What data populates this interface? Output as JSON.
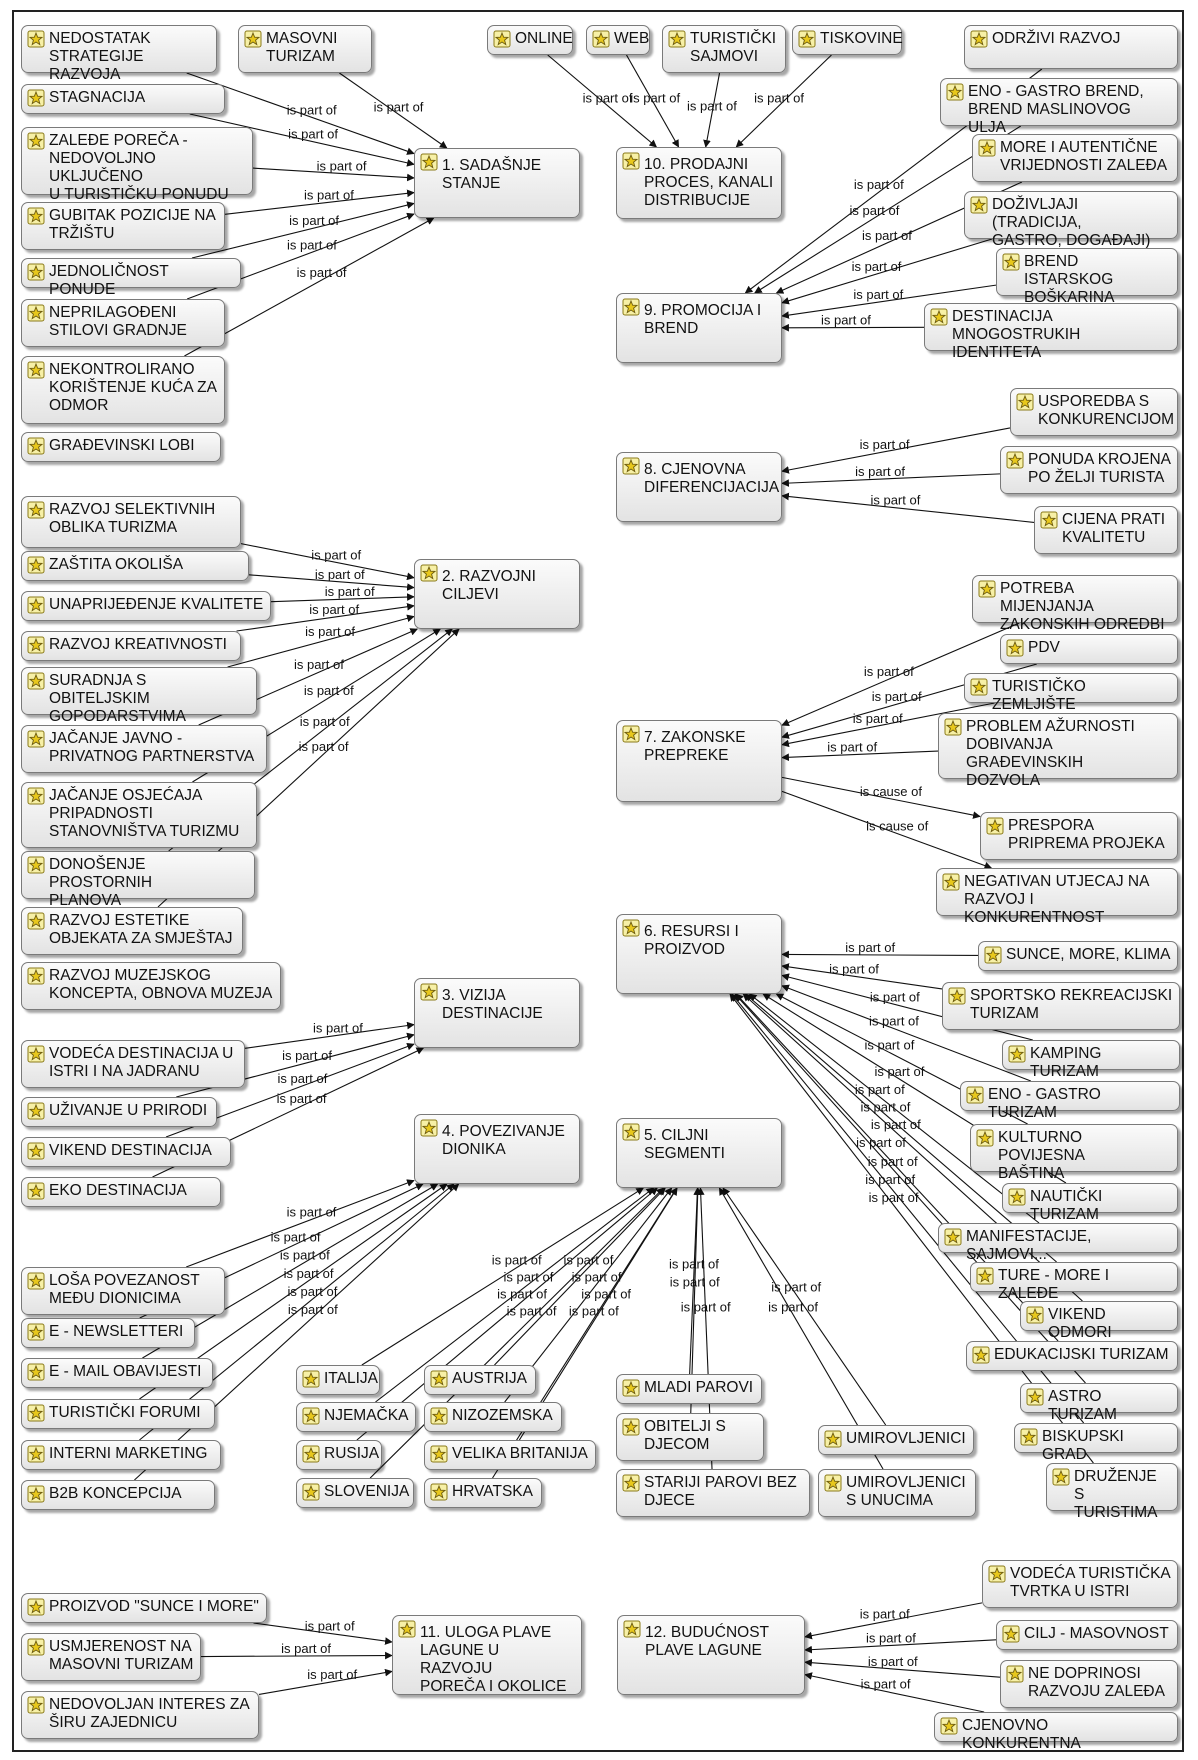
{
  "nodes": [
    {
      "id": "n1",
      "label": "1. SADAŠNJE\nSTANJE"
    },
    {
      "id": "n2",
      "label": "2. RAZVOJNI\nCILJEVI"
    },
    {
      "id": "n3",
      "label": "3. VIZIJA\nDESTINACIJE"
    },
    {
      "id": "n4",
      "label": "4. POVEZIVANJE\nDIONIKA"
    },
    {
      "id": "n5",
      "label": "5. CILJNI\nSEGMENTI"
    },
    {
      "id": "n6",
      "label": "6. RESURSI I\nPROIZVOD"
    },
    {
      "id": "n7",
      "label": "7. ZAKONSKE\nPREPREKE"
    },
    {
      "id": "n8",
      "label": "8. CJENOVNA\nDIFERENCIJACIJA"
    },
    {
      "id": "n9",
      "label": "9. PROMOCIJA I\nBREND"
    },
    {
      "id": "n10",
      "label": "10. PRODAJNI\nPROCES, KANALI\nDISTRIBUCIJE"
    },
    {
      "id": "n11",
      "label": "11. ULOGA PLAVE\nLAGUNE U RAZVOJU\nPOREČA I OKOLICE"
    },
    {
      "id": "n12",
      "label": "12. BUDUĆNOST\nPLAVE LAGUNE"
    },
    {
      "id": "a1",
      "label": "NEDOSTATAK\nSTRATEGIJE RAZVOJA"
    },
    {
      "id": "a2",
      "label": "MASOVNI\nTURIZAM"
    },
    {
      "id": "a3",
      "label": "STAGNACIJA"
    },
    {
      "id": "a4",
      "label": "ZALEĐE POREČA -\nNEDOVOLJNO UKLJUČENO\nU TURISTIČKU PONUDU"
    },
    {
      "id": "a5",
      "label": "GUBITAK POZICIJE NA\nTRŽIŠTU"
    },
    {
      "id": "a6",
      "label": "JEDNOLIČNOST PONUDE"
    },
    {
      "id": "a7",
      "label": "NEPRILAGOĐENI\nSTILOVI GRADNJE"
    },
    {
      "id": "a8",
      "label": "NEKONTROLIRANO\nKORIŠTENJE KUĆA ZA\nODMOR"
    },
    {
      "id": "a9",
      "label": "GRAĐEVINSKI LOBI"
    },
    {
      "id": "b1",
      "label": "RAZVOJ SELEKTIVNIH\nOBLIKA TURIZMA"
    },
    {
      "id": "b2",
      "label": "ZAŠTITA OKOLIŠA"
    },
    {
      "id": "b3",
      "label": "UNAPRIJEĐENJE KVALITETE"
    },
    {
      "id": "b4",
      "label": "RAZVOJ KREATIVNOSTI"
    },
    {
      "id": "b5",
      "label": "SURADNJA S OBITELJSKIM\nGOPODARSTVIMA"
    },
    {
      "id": "b6",
      "label": "JAČANJE JAVNO -\nPRIVATNOG PARTNERSTVA"
    },
    {
      "id": "b7",
      "label": "JAČANJE OSJEĆAJA\nPRIPADNOSTI\nSTANOVNIŠTVA TURIZMU"
    },
    {
      "id": "b8",
      "label": "DONOŠENJE PROSTORNIH\nPLANOVA"
    },
    {
      "id": "b9",
      "label": "RAZVOJ ESTETIKE\nOBJEKATA ZA SMJEŠTAJ"
    },
    {
      "id": "b10",
      "label": "RAZVOJ MUZEJSKOG\nKONCEPTA, OBNOVA MUZEJA"
    },
    {
      "id": "c1",
      "label": "VODEĆA DESTINACIJA U\nISTRI I NA JADRANU"
    },
    {
      "id": "c2",
      "label": "UŽIVANJE U PRIRODI"
    },
    {
      "id": "c3",
      "label": "VIKEND DESTINACIJA"
    },
    {
      "id": "c4",
      "label": "EKO DESTINACIJA"
    },
    {
      "id": "d1",
      "label": "LOŠA POVEZANOST\nMEĐU DIONICIMA"
    },
    {
      "id": "d2",
      "label": "E - NEWSLETTERI"
    },
    {
      "id": "d3",
      "label": "E - MAIL OBAVIJESTI"
    },
    {
      "id": "d4",
      "label": "TURISTIČKI FORUMI"
    },
    {
      "id": "d5",
      "label": "INTERNI MARKETING"
    },
    {
      "id": "d6",
      "label": "B2B KONCEPCIJA"
    },
    {
      "id": "e1",
      "label": "ITALIJA"
    },
    {
      "id": "e2",
      "label": "NJEMAČKA"
    },
    {
      "id": "e3",
      "label": "RUSIJA"
    },
    {
      "id": "e4",
      "label": "SLOVENIJA"
    },
    {
      "id": "e5",
      "label": "AUSTRIJA"
    },
    {
      "id": "e6",
      "label": "NIZOZEMSKA"
    },
    {
      "id": "e7",
      "label": "VELIKA BRITANIJA"
    },
    {
      "id": "e8",
      "label": "HRVATSKA"
    },
    {
      "id": "e9",
      "label": "MLADI PAROVI"
    },
    {
      "id": "e10",
      "label": "OBITELJI S\nDJECOM"
    },
    {
      "id": "e11",
      "label": "STARIJI PAROVI BEZ\nDJECE"
    },
    {
      "id": "e12",
      "label": "UMIROVLJENICI"
    },
    {
      "id": "e13",
      "label": "UMIROVLJENICI\nS UNUCIMA"
    },
    {
      "id": "f1",
      "label": "SUNCE, MORE, KLIMA"
    },
    {
      "id": "f2",
      "label": "SPORTSKO REKREACIJSKI\nTURIZAM"
    },
    {
      "id": "f3",
      "label": "KAMPING TURIZAM"
    },
    {
      "id": "f4",
      "label": "ENO - GASTRO TURIZAM"
    },
    {
      "id": "f5",
      "label": "KULTURNO POVIJESNA\nBAŠTINA"
    },
    {
      "id": "f6",
      "label": "NAUTIČKI TURIZAM"
    },
    {
      "id": "f7",
      "label": "MANIFESTACIJE, SAJMOVI..."
    },
    {
      "id": "f8",
      "label": "TURE - MORE I ZALEĐE"
    },
    {
      "id": "f9",
      "label": "VIKEND ODMORI"
    },
    {
      "id": "f10",
      "label": "EDUKACIJSKI TURIZAM"
    },
    {
      "id": "f11",
      "label": "ASTRO TURIZAM"
    },
    {
      "id": "f12",
      "label": "BISKUPSKI GRAD"
    },
    {
      "id": "f13",
      "label": "DRUŽENJE S\nTURISTIMA"
    },
    {
      "id": "g1",
      "label": "POTREBA MIJENJANJA\nZAKONSKIH ODREDBI"
    },
    {
      "id": "g2",
      "label": "PDV"
    },
    {
      "id": "g3",
      "label": "TURISTIČKO ZEMLJIŠTE"
    },
    {
      "id": "g4",
      "label": "PROBLEM AŽURNOSTI\nDOBIVANJA GRAĐEVINSKIH\nDOZVOLA"
    },
    {
      "id": "g5",
      "label": "PRESPORA\nPRIPREMA PROJEKA"
    },
    {
      "id": "g6",
      "label": "NEGATIVAN UTJECAJ NA\nRAZVOJ I KONKURENTNOST"
    },
    {
      "id": "h1",
      "label": "USPOREDBA S\nKONKURENCIJOM"
    },
    {
      "id": "h2",
      "label": "PONUDA KROJENA\nPO ŽELJI TURISTA"
    },
    {
      "id": "h3",
      "label": "CIJENA PRATI\nKVALITETU"
    },
    {
      "id": "i1",
      "label": "ODRŽIVI RAZVOJ"
    },
    {
      "id": "i2",
      "label": "ENO - GASTRO BREND,\nBREND MASLINOVOG ULJA"
    },
    {
      "id": "i3",
      "label": "MORE I AUTENTIČNE\nVRIJEDNOSTI  ZALEĐA"
    },
    {
      "id": "i4",
      "label": "DOŽIVLJAJI (TRADICIJA,\nGASTRO, DOGAĐAJI)"
    },
    {
      "id": "i5",
      "label": "BREND ISTARSKOG\nBOŠKARINA"
    },
    {
      "id": "i6",
      "label": "DESTINACIJA\nMNOGOSTRUKIH IDENTITETA"
    },
    {
      "id": "j1",
      "label": "ONLINE"
    },
    {
      "id": "j2",
      "label": "WEB"
    },
    {
      "id": "j3",
      "label": "TURISTIČKI\nSAJMOVI"
    },
    {
      "id": "j4",
      "label": "TISKOVINE"
    },
    {
      "id": "k1",
      "label": "PROIZVOD \"SUNCE I MORE\""
    },
    {
      "id": "k2",
      "label": "USMJERENOST NA\nMASOVNI TURIZAM"
    },
    {
      "id": "k3",
      "label": "NEDOVOLJAN INTERES ZA\nŠIRU ZAJEDNICU"
    },
    {
      "id": "m1",
      "label": "VODEĆA TURISTIČKA\nTVRTKA U ISTRI"
    },
    {
      "id": "m2",
      "label": "CILJ - MASOVNOST"
    },
    {
      "id": "m3",
      "label": "NE DOPRINOSI\nRAZVOJU ZALEĐA"
    },
    {
      "id": "m4",
      "label": "CJENOVNO KONKURENTNA"
    }
  ],
  "edges": [
    {
      "from": "a1",
      "to": "n1",
      "label": "is part of"
    },
    {
      "from": "a2",
      "to": "n1",
      "label": "is part of"
    },
    {
      "from": "a3",
      "to": "n1",
      "label": "is part of"
    },
    {
      "from": "a4",
      "to": "n1",
      "label": "is part of"
    },
    {
      "from": "a5",
      "to": "n1",
      "label": "is part of"
    },
    {
      "from": "a6",
      "to": "n1",
      "label": "is part of"
    },
    {
      "from": "a7",
      "to": "n1",
      "label": "is part of"
    },
    {
      "from": "a8",
      "to": "n1",
      "label": "is part of"
    },
    {
      "from": "b1",
      "to": "n2",
      "label": "is part of"
    },
    {
      "from": "b2",
      "to": "n2",
      "label": "is part of"
    },
    {
      "from": "b3",
      "to": "n2",
      "label": "is part of"
    },
    {
      "from": "b4",
      "to": "n2",
      "label": "is part of"
    },
    {
      "from": "b5",
      "to": "n2",
      "label": "is part of"
    },
    {
      "from": "b6",
      "to": "n2",
      "label": "is part of"
    },
    {
      "from": "b7",
      "to": "n2",
      "label": "is part of"
    },
    {
      "from": "b8",
      "to": "n2",
      "label": "is part of"
    },
    {
      "from": "b9",
      "to": "n2",
      "label": "is part of"
    },
    {
      "from": "c1",
      "to": "n3",
      "label": "is part of"
    },
    {
      "from": "c2",
      "to": "n3",
      "label": "is part of"
    },
    {
      "from": "c3",
      "to": "n3",
      "label": "is part of"
    },
    {
      "from": "c4",
      "to": "n3",
      "label": "is part of"
    },
    {
      "from": "d1",
      "to": "n4",
      "label": "is part of"
    },
    {
      "from": "d2",
      "to": "n4",
      "label": "is part of"
    },
    {
      "from": "d3",
      "to": "n4",
      "label": "is part of"
    },
    {
      "from": "d4",
      "to": "n4",
      "label": "is part of"
    },
    {
      "from": "d5",
      "to": "n4",
      "label": "is part of"
    },
    {
      "from": "d6",
      "to": "n4",
      "label": "is part of"
    },
    {
      "from": "e1",
      "to": "n5",
      "label": "is part of"
    },
    {
      "from": "e2",
      "to": "n5",
      "label": "is part of"
    },
    {
      "from": "e3",
      "to": "n5",
      "label": "is part of"
    },
    {
      "from": "e4",
      "to": "n5",
      "label": "is part of"
    },
    {
      "from": "e5",
      "to": "n5",
      "label": "is part of"
    },
    {
      "from": "e6",
      "to": "n5",
      "label": "is part of"
    },
    {
      "from": "e7",
      "to": "n5",
      "label": "is part of"
    },
    {
      "from": "e8",
      "to": "n5",
      "label": "is part of"
    },
    {
      "from": "e9",
      "to": "n5",
      "label": "is part of"
    },
    {
      "from": "e10",
      "to": "n5",
      "label": "is part of"
    },
    {
      "from": "e11",
      "to": "n5",
      "label": "is part of"
    },
    {
      "from": "e12",
      "to": "n5",
      "label": "is part of"
    },
    {
      "from": "e13",
      "to": "n5",
      "label": "is part of"
    },
    {
      "from": "f1",
      "to": "n6",
      "label": "is part of"
    },
    {
      "from": "f2",
      "to": "n6",
      "label": "is part of"
    },
    {
      "from": "f3",
      "to": "n6",
      "label": "is part of"
    },
    {
      "from": "f4",
      "to": "n6",
      "label": "is part of"
    },
    {
      "from": "f5",
      "to": "n6",
      "label": "is part of"
    },
    {
      "from": "f6",
      "to": "n6",
      "label": "is part of"
    },
    {
      "from": "f7",
      "to": "n6",
      "label": "is part of"
    },
    {
      "from": "f8",
      "to": "n6",
      "label": "is part of"
    },
    {
      "from": "f9",
      "to": "n6",
      "label": "is part of"
    },
    {
      "from": "f10",
      "to": "n6",
      "label": "is part of"
    },
    {
      "from": "f11",
      "to": "n6",
      "label": "is part of"
    },
    {
      "from": "f12",
      "to": "n6",
      "label": "is part of"
    },
    {
      "from": "f13",
      "to": "n6",
      "label": "is part of"
    },
    {
      "from": "g1",
      "to": "n7",
      "label": "is part of"
    },
    {
      "from": "g2",
      "to": "n7",
      "label": "is part of"
    },
    {
      "from": "g3",
      "to": "n7",
      "label": "is part of"
    },
    {
      "from": "g4",
      "to": "n7",
      "label": "is part of"
    },
    {
      "from": "n7",
      "to": "g5",
      "label": "is cause of"
    },
    {
      "from": "n7",
      "to": "g6",
      "label": "is cause of"
    },
    {
      "from": "h1",
      "to": "n8",
      "label": "is part of"
    },
    {
      "from": "h2",
      "to": "n8",
      "label": "is part of"
    },
    {
      "from": "h3",
      "to": "n8",
      "label": "is part of"
    },
    {
      "from": "i1",
      "to": "n9",
      "label": "is part of"
    },
    {
      "from": "i2",
      "to": "n9",
      "label": "is part of"
    },
    {
      "from": "i3",
      "to": "n9",
      "label": "is part of"
    },
    {
      "from": "i4",
      "to": "n9",
      "label": "is part of"
    },
    {
      "from": "i5",
      "to": "n9",
      "label": "is part of"
    },
    {
      "from": "i6",
      "to": "n9",
      "label": "is part of"
    },
    {
      "from": "j1",
      "to": "n10",
      "label": "is part of"
    },
    {
      "from": "j2",
      "to": "n10",
      "label": "is part of"
    },
    {
      "from": "j3",
      "to": "n10",
      "label": "is part of"
    },
    {
      "from": "j4",
      "to": "n10",
      "label": "is part of"
    },
    {
      "from": "k1",
      "to": "n11",
      "label": "is part of"
    },
    {
      "from": "k2",
      "to": "n11",
      "label": "is part of"
    },
    {
      "from": "k3",
      "to": "n11",
      "label": "is part of"
    },
    {
      "from": "m1",
      "to": "n12",
      "label": "is part of"
    },
    {
      "from": "m2",
      "to": "n12",
      "label": "is part of"
    },
    {
      "from": "m3",
      "to": "n12",
      "label": "is part of"
    },
    {
      "from": "m4",
      "to": "n12",
      "label": "is part of"
    }
  ]
}
